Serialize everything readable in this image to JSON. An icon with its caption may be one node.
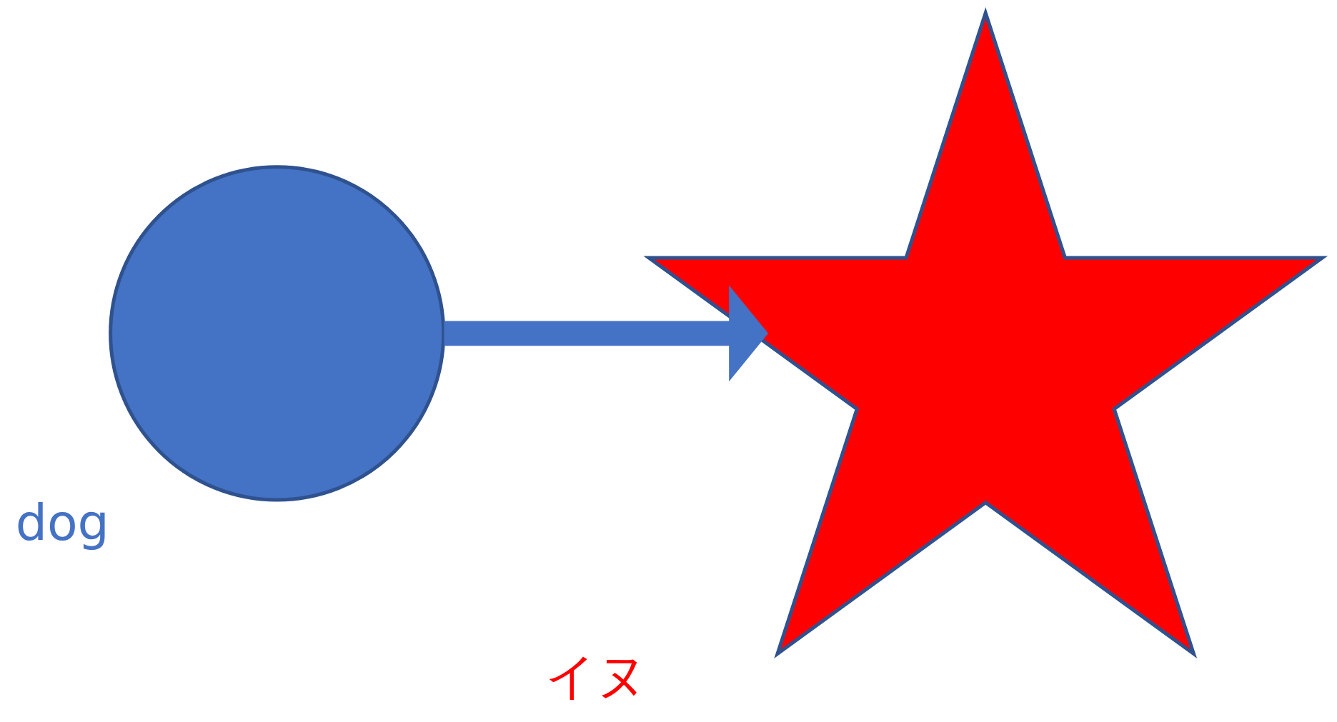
{
  "diagram": {
    "nodes": [
      {
        "text": [
          "dog"
        ]
      },
      {
        "text": [
          "イヌ"
        ]
      }
    ],
    "edges": [
      {
        "from": 0,
        "to": 1,
        "arrow": "to"
      }
    ]
  }
}
